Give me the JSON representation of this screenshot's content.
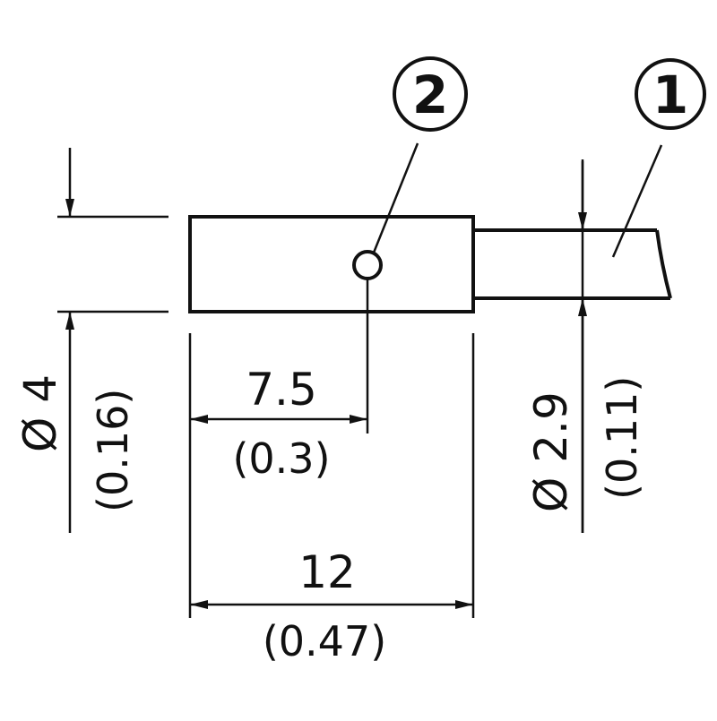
{
  "dimensions": {
    "diameter_body": {
      "main": "Ø 4",
      "sub": "(0.16)"
    },
    "diameter_cable": {
      "main": "Ø 2.9",
      "sub": "(0.11)"
    },
    "led_position": {
      "main": "7.5",
      "sub": "(0.3)"
    },
    "body_length": {
      "main": "12",
      "sub": "(0.47)"
    }
  },
  "callouts": {
    "cable": "①",
    "led": "②"
  },
  "colors": {
    "line": "#111111",
    "background": "#ffffff"
  }
}
